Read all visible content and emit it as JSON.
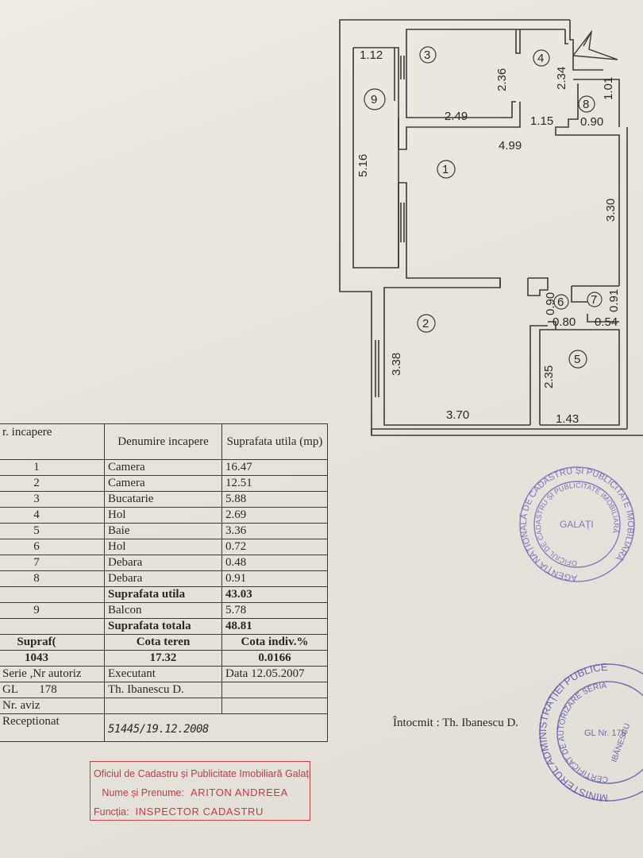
{
  "plan": {
    "dimensions": [
      "1.12",
      "2.36",
      "2.34",
      "1.01",
      "5.16",
      "2.49",
      "1.15",
      "0.90",
      "4.99",
      "3.30",
      "0.90",
      "0.91",
      "0.80",
      "0.54",
      "3.38",
      "2.35",
      "3.70",
      "1.43"
    ],
    "room_numbers": [
      "1",
      "2",
      "3",
      "4",
      "5",
      "6",
      "7",
      "8",
      "9"
    ]
  },
  "table": {
    "headers": {
      "nr": "r. incapere",
      "name": "Denumire incapere",
      "area": "Suprafata utila (mp)"
    },
    "rows": [
      {
        "nr": "1",
        "name": "Camera",
        "area": "16.47"
      },
      {
        "nr": "2",
        "name": "Camera",
        "area": "12.51"
      },
      {
        "nr": "3",
        "name": "Bucatarie",
        "area": "5.88"
      },
      {
        "nr": "4",
        "name": "Hol",
        "area": "2.69"
      },
      {
        "nr": "5",
        "name": "Baie",
        "area": "3.36"
      },
      {
        "nr": "6",
        "name": "Hol",
        "area": "0.72"
      },
      {
        "nr": "7",
        "name": "Debara",
        "area": "0.48"
      },
      {
        "nr": "8",
        "name": "Debara",
        "area": "0.91"
      }
    ],
    "suprafata_utila": {
      "label": "Suprafata utila",
      "value": "43.03"
    },
    "balcon": {
      "nr": "9",
      "name": "Balcon",
      "area": "5.78"
    },
    "suprafata_totala": {
      "label": "Suprafata totala",
      "value": "48.81"
    },
    "summary_head": {
      "c1": "Supraf(",
      "c2": "Cota teren",
      "c3": "Cota indiv.%"
    },
    "summary_vals": {
      "c1": "1043",
      "c2": "17.32",
      "c3": "0.0166"
    },
    "serie_row": {
      "c1": "Serie ,Nr autoriz",
      "c2": "Executant",
      "c3": "Data  12.05.2007"
    },
    "gl_row": {
      "c1a": "GL",
      "c1b": "178",
      "c2": "Th. Ibanescu  D."
    },
    "aviz_label": "Nr. aviz",
    "receptionat_label": "Receptionat",
    "receptionat_value": "51445/19.12.2008"
  },
  "intocmit": "Întocmit : Th. Ibanescu D.",
  "red_stamp": {
    "line1": "Oficiul de Cadastru și Publicitate Imobiliară Galați",
    "line2_label": "Nume și Prenume:",
    "line2_value": "ARITON ANDREEA",
    "line3_label": "Funcția:",
    "line3_value": "INSPECTOR CADASTRU"
  },
  "seal_agency": {
    "ring": "AGENȚIA NAȚIONALĂ DE CADASTRU ȘI PUBLICITATE IMOBILIARĂ",
    "inner": "OFICIUL DE CADASTRU ȘI PUBLICITATE IMOBILIARĂ",
    "center": "GALAȚI",
    "color": "#6f63b8"
  },
  "seal_ministry": {
    "ring": "MINISTERUL ADMINISTRAȚIEI PUBLICE",
    "inner": "CERTIFICAT DE AUTORIZARE SERIA",
    "center": "GL Nr. 178",
    "name": "IBĂNESCU",
    "color": "#5a55a6"
  }
}
